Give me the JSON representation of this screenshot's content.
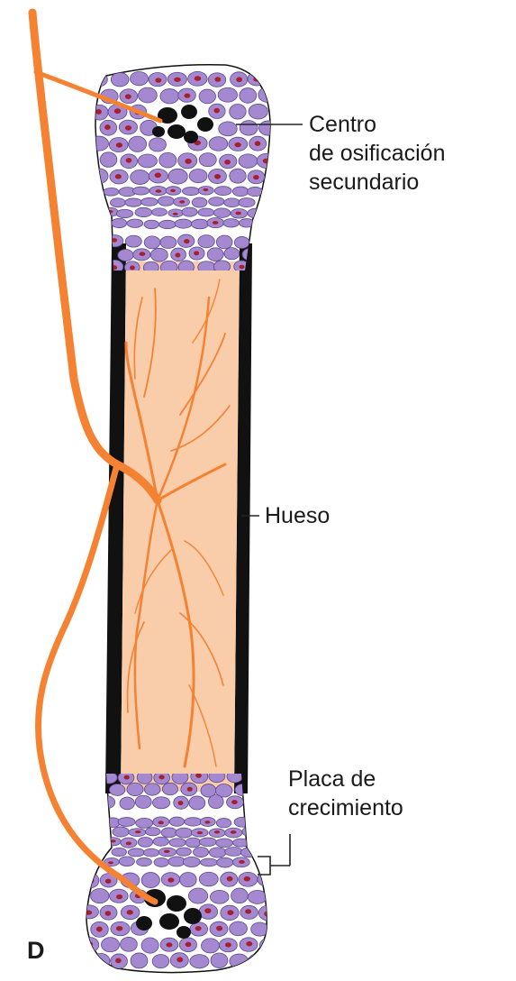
{
  "figure": {
    "panel_letter": "D",
    "labels": {
      "secondary_center": [
        "Centro",
        "de osificación",
        "secundario"
      ],
      "bone": "Hueso",
      "growth_plate": [
        "Placa de",
        "crecimiento"
      ]
    }
  },
  "colors": {
    "background": "#ffffff",
    "cartilage_cell": "#a488d0",
    "cartilage_cell_outline": "#5c4a8c",
    "cell_nucleus": "#a5202c",
    "bone_shaft": "#f9ccaa",
    "cortex": "#111111",
    "artery": "#f58233",
    "ossification_center": "#111111",
    "leader_line": "#222222"
  }
}
